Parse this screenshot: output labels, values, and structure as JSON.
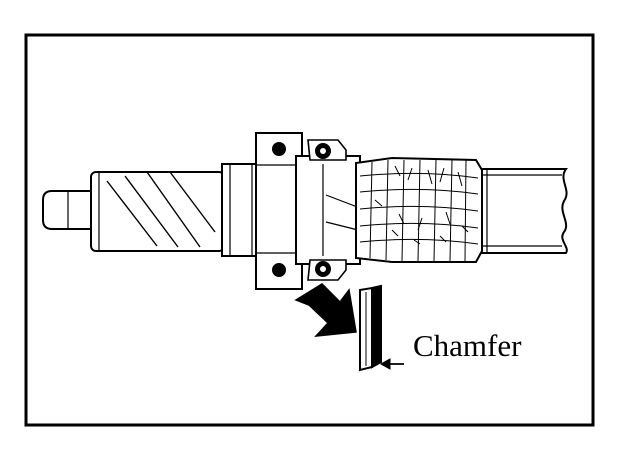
{
  "figure": {
    "callout_label": "Chamfer"
  },
  "colors": {
    "ink": "#000000",
    "paper": "#ffffff"
  },
  "icons": {
    "direction_arrow": "thick-down-right-arrow",
    "pointer_arrow": "small-left-arrow"
  }
}
